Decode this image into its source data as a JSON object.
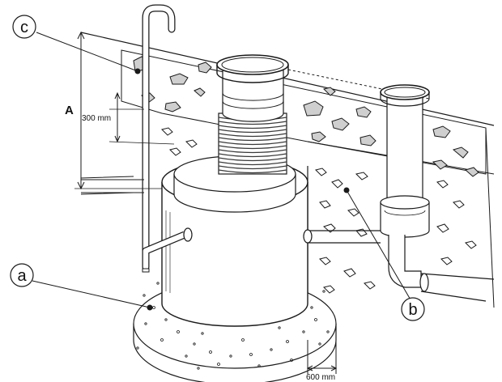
{
  "callouts": {
    "a": "a",
    "b": "b",
    "c": "c"
  },
  "dimensions": {
    "depth_label": "A",
    "inner_gap_label": "300 mm",
    "base_overhang_label": "600 mm"
  },
  "colors": {
    "line": "#1a1a1a",
    "fill": "#ffffff",
    "stone": "#cfcfcf",
    "thread": "#3a3a3a"
  }
}
